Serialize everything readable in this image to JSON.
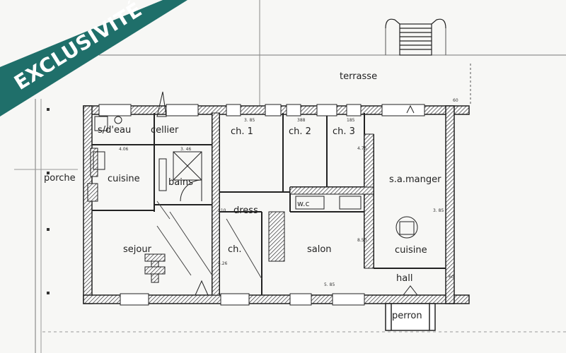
{
  "banner": {
    "text": "EXCLUSIVITÉ",
    "color": "#1f6f6a"
  },
  "plan": {
    "rooms": {
      "terrasse": "terrasse",
      "seau": "s/d'eau",
      "cellier": "cellier",
      "ch1": "ch. 1",
      "ch2": "ch. 2",
      "ch3": "ch. 3",
      "samanger": "s.a.manger",
      "porche": "porche",
      "cuisine_left": "cuisine",
      "bains": "bains",
      "wc": "w.c",
      "dress": "dress",
      "sejour": "sejour",
      "ch": "ch.",
      "salon": "salon",
      "cuisine_right": "cuisine",
      "hall": "hall",
      "perron": "perron"
    },
    "dimensions": {
      "d385": "3. 85",
      "d388": "388",
      "d185": "185",
      "d406": "4.06",
      "d346": "3. 46",
      "d475": "4.75",
      "d385b": "3. 85",
      "d585": "5. 85",
      "d426": "4.26",
      "d210": "210",
      "d850": "8.50",
      "d60": "60",
      "d60b": "60"
    }
  }
}
